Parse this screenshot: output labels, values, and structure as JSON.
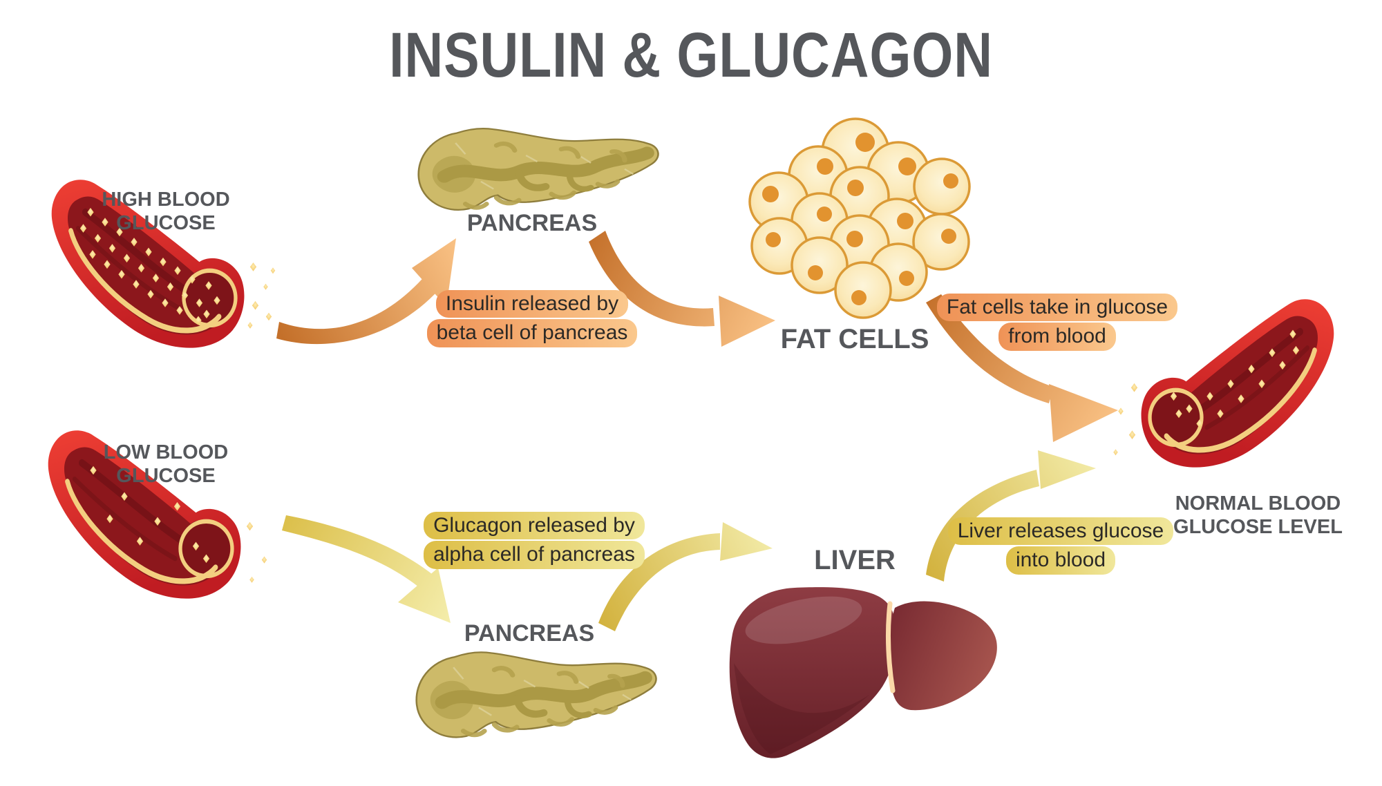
{
  "title": "INSULIN & GLUCAGON",
  "labels": {
    "high_vessel": {
      "line1": "HIGH BLOOD",
      "line2": "GLUCOSE"
    },
    "low_vessel": {
      "line1": "LOW BLOOD",
      "line2": "GLUCOSE"
    },
    "normal_vessel": {
      "line1": "NORMAL BLOOD",
      "line2": "GLUCOSE LEVEL"
    },
    "pancreas_top": "PANCREAS",
    "pancreas_bottom": "PANCREAS",
    "fat_cells": "FAT CELLS",
    "liver": "LIVER"
  },
  "callouts": {
    "insulin": {
      "line1": "Insulin released by",
      "line2": "beta cell of pancreas"
    },
    "fat_cells": {
      "line1": "Fat cells take in glucose",
      "line2": "from blood"
    },
    "glucagon": {
      "line1": "Glucagon released by",
      "line2": "alpha cell of pancreas"
    },
    "liver": {
      "line1": "Liver releases glucose",
      "line2": "into blood"
    }
  },
  "colors": {
    "text_gray": "#55575b",
    "vessel_red": "#dd2a2b",
    "vessel_interior": "#8c171c",
    "glucose_dot": "#f2bf55",
    "pancreas_khaki": "#cdba69",
    "fat_cell_cream": "#fbe9b8",
    "fat_cell_border": "#db9a36",
    "liver_maroon": "#7e2d35",
    "insulin_highlight": "#ef9256",
    "glucagon_highlight": "#ddbe46"
  }
}
